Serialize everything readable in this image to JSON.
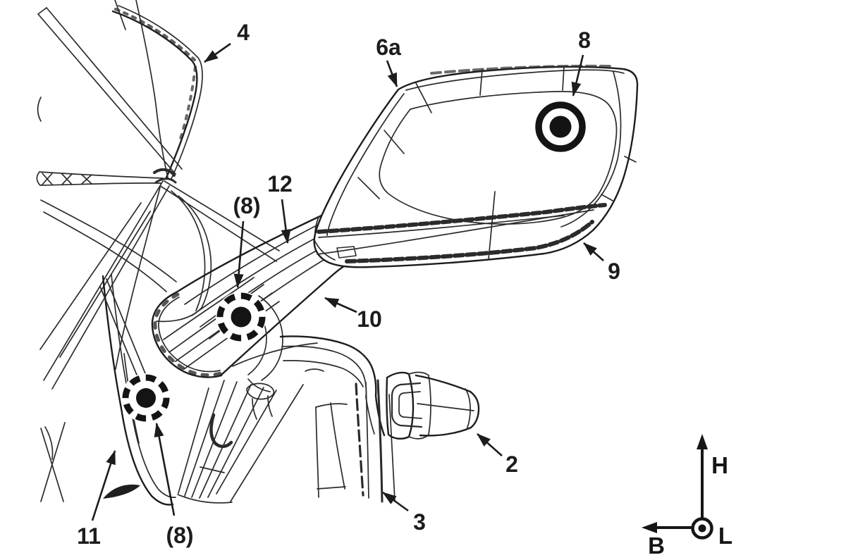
{
  "colors": {
    "ink": "#2b2b2b",
    "background": "#ffffff"
  },
  "drawing": {
    "reference_labels": [
      {
        "ref": "4",
        "text": "4"
      },
      {
        "ref": "6a",
        "text": "6a"
      },
      {
        "ref": "8",
        "text": "8"
      },
      {
        "ref": "12",
        "text": "12"
      },
      {
        "ref": "8-upper",
        "text": "(8)"
      },
      {
        "ref": "10",
        "text": "10"
      },
      {
        "ref": "9",
        "text": "9"
      },
      {
        "ref": "2",
        "text": "2"
      },
      {
        "ref": "3",
        "text": "3"
      },
      {
        "ref": "11",
        "text": "11"
      },
      {
        "ref": "8-lower",
        "text": "(8)"
      }
    ],
    "position_markers": [
      {
        "style": "solid-ring-dot",
        "refers_to": "8"
      },
      {
        "style": "dashed-ring-dot",
        "refers_to": "(8)"
      },
      {
        "style": "dashed-ring-dot",
        "refers_to": "(8)"
      }
    ],
    "axis_indicator": {
      "up_label": "H",
      "left_label": "B",
      "out_label": "L"
    }
  }
}
